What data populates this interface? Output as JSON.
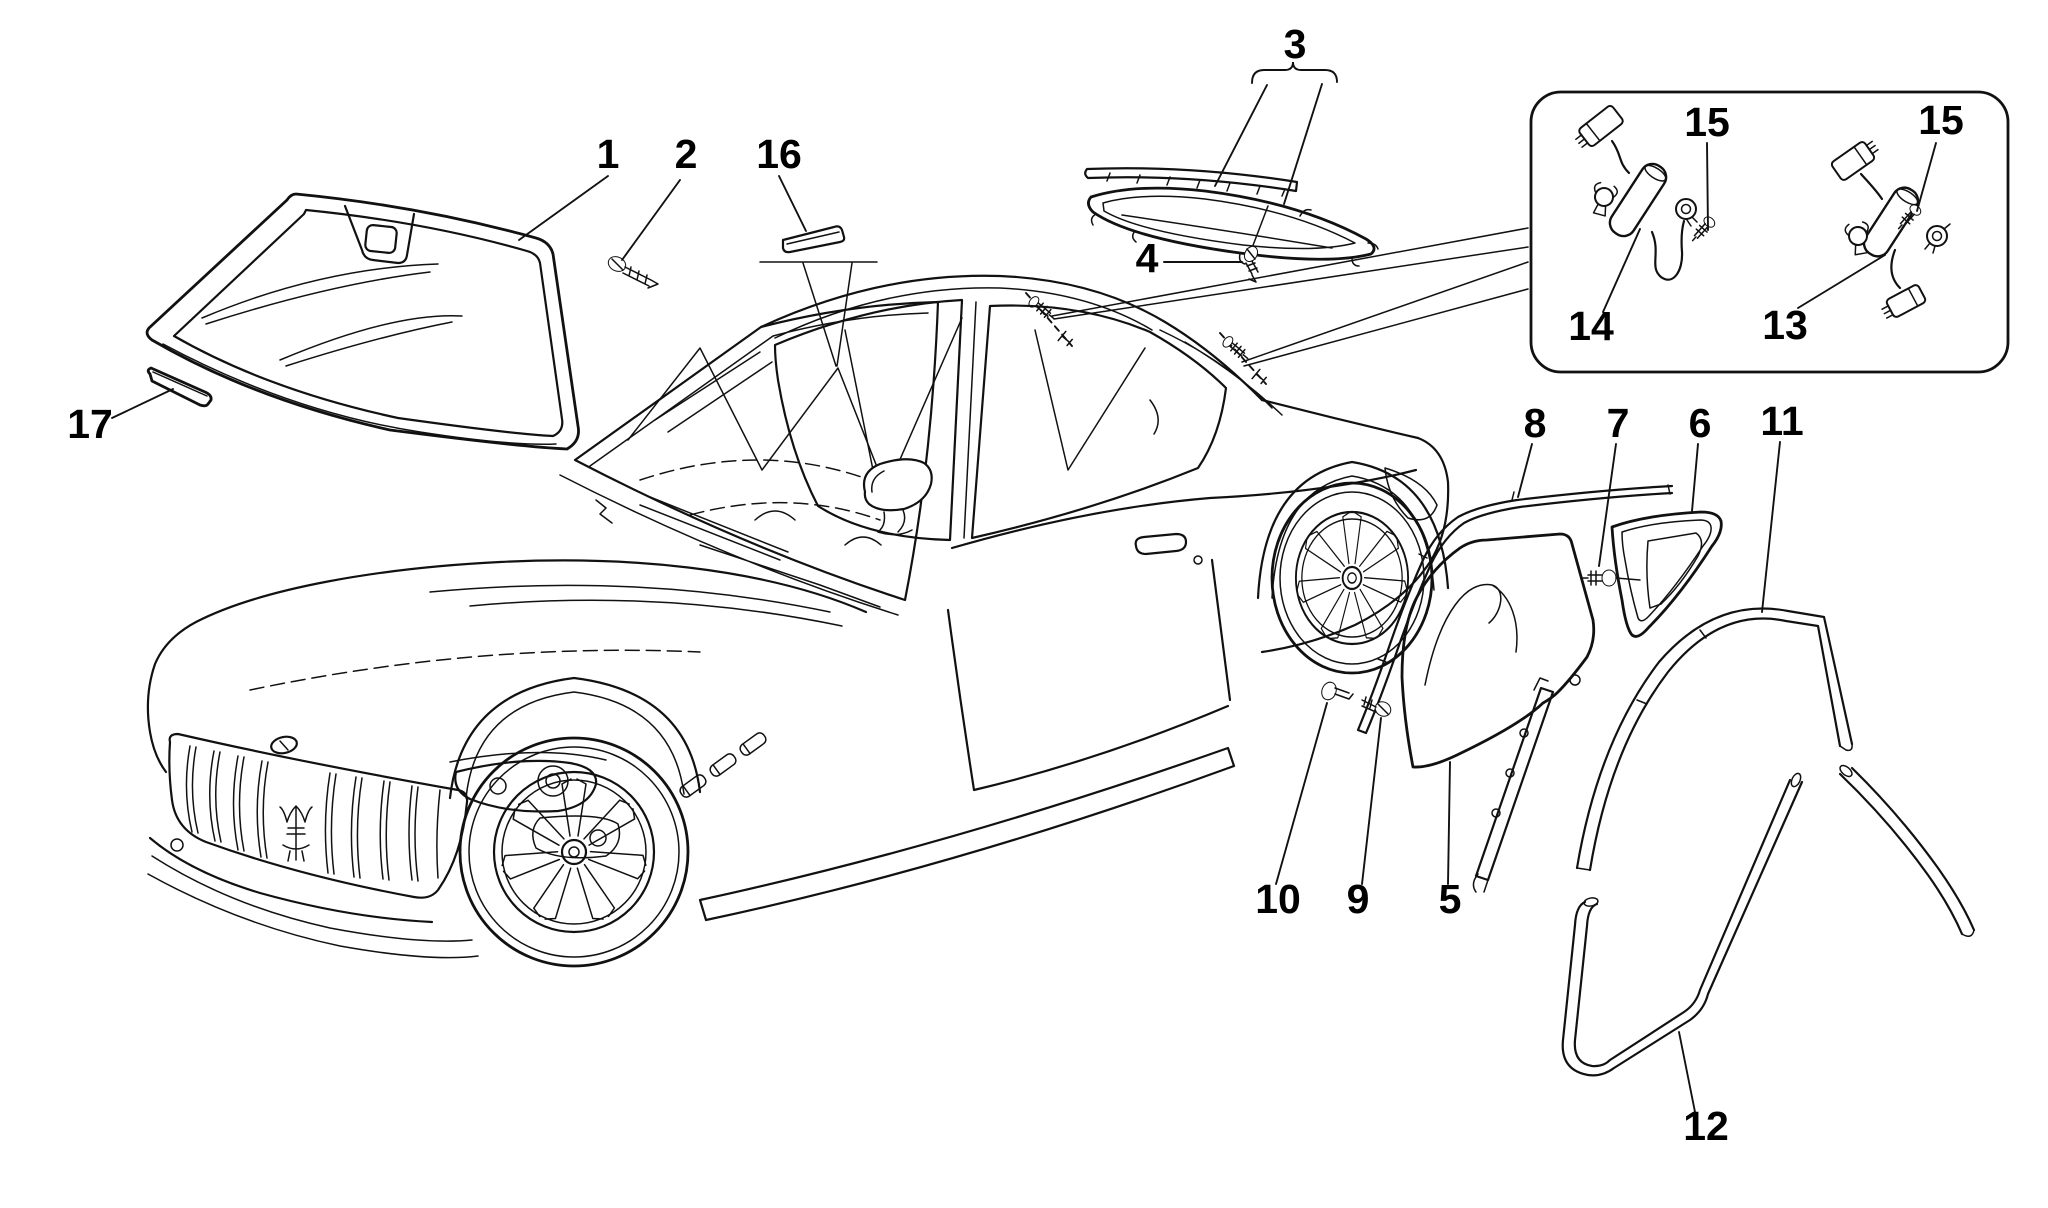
{
  "page": {
    "background_color": "#ffffff",
    "line_color": "#111111",
    "label_color": "#000000"
  },
  "diagram": {
    "type": "exploded-parts-diagram",
    "subject": "coupe glazing: windshield, rear window, door and quarter glasses, seals, trims and fasteners",
    "callouts": [
      {
        "id": "c1",
        "label": "1"
      },
      {
        "id": "c2",
        "label": "2"
      },
      {
        "id": "c3",
        "label": "3"
      },
      {
        "id": "c4",
        "label": "4"
      },
      {
        "id": "c5",
        "label": "5"
      },
      {
        "id": "c6",
        "label": "6"
      },
      {
        "id": "c7",
        "label": "7"
      },
      {
        "id": "c8",
        "label": "8"
      },
      {
        "id": "c9",
        "label": "9"
      },
      {
        "id": "c10",
        "label": "10"
      },
      {
        "id": "c11",
        "label": "11"
      },
      {
        "id": "c12",
        "label": "12"
      },
      {
        "id": "c13",
        "label": "13"
      },
      {
        "id": "c14",
        "label": "14"
      },
      {
        "id": "c15-left",
        "label": "15"
      },
      {
        "id": "c15-right",
        "label": "15"
      },
      {
        "id": "c16",
        "label": "16"
      },
      {
        "id": "c17",
        "label": "17"
      }
    ]
  }
}
